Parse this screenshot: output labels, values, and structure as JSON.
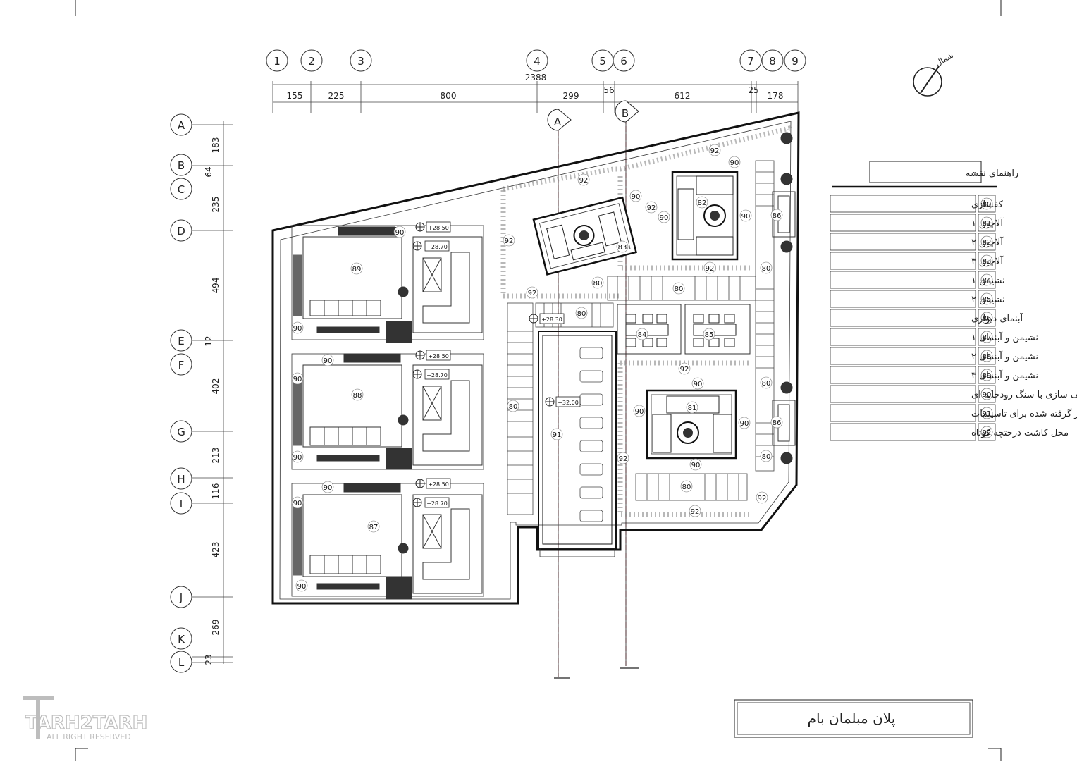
{
  "drawing": {
    "title": "پلان مبلمان بام",
    "north_label": "شمال",
    "logo_text": "TARH2TARH",
    "logo_sub": "ALL RIGHT RESERVED"
  },
  "grid": {
    "columns": [
      "1",
      "2",
      "3",
      "4",
      "5",
      "6",
      "7",
      "8",
      "9"
    ],
    "column_dims": [
      "155",
      "225",
      "800",
      "299",
      "56",
      "612",
      "25",
      "178"
    ],
    "column_total": "2388",
    "rows": [
      "A",
      "B",
      "C",
      "D",
      "E",
      "F",
      "G",
      "H",
      "I",
      "J",
      "K",
      "L"
    ],
    "row_dims": [
      "183",
      "64",
      "235",
      "494",
      "12",
      "402",
      "213",
      "116",
      "423",
      "269",
      "23"
    ],
    "sections": [
      "A",
      "B"
    ]
  },
  "legend": {
    "title": "راهنمای نقشه",
    "items": [
      {
        "code": "80",
        "label": "کفسازی"
      },
      {
        "code": "81",
        "label": "آلاچیق ۱"
      },
      {
        "code": "82",
        "label": "آلاچیق ۲"
      },
      {
        "code": "83",
        "label": "آلاچیق ۳"
      },
      {
        "code": "84",
        "label": "نشیمن ۱"
      },
      {
        "code": "85",
        "label": "نشیمن ۲"
      },
      {
        "code": "86",
        "label": "آبنمای دیواری"
      },
      {
        "code": "87",
        "label": "نشیمن و آبنمای ۱"
      },
      {
        "code": "88",
        "label": "نشیمن و آبنمای ۲"
      },
      {
        "code": "89",
        "label": "نشیمن و آبنمای ۳"
      },
      {
        "code": "90",
        "label": "کف سازی با سنگ رودخانه ای"
      },
      {
        "code": "91",
        "label": "محل در نظر گرفته شده برای تاسیسات"
      },
      {
        "code": "92",
        "label": "محل کاشت درختچه کوتاه"
      }
    ]
  },
  "levels": [
    "+28.50",
    "+28.70",
    "+28.50",
    "+28.70",
    "+28.50",
    "+28.70",
    "+28.30",
    "+32.00"
  ],
  "plan_tags": [
    "92",
    "90",
    "92",
    "90",
    "90",
    "92",
    "82",
    "90",
    "83",
    "92",
    "92",
    "92",
    "80",
    "80",
    "80",
    "86",
    "86",
    "80",
    "80",
    "80",
    "80",
    "84",
    "85",
    "92",
    "90",
    "90",
    "90",
    "81",
    "92",
    "90",
    "80",
    "92",
    "92",
    "89",
    "88",
    "87",
    "91",
    "90",
    "90",
    "90",
    "90",
    "90",
    "90",
    "90",
    "90"
  ],
  "colors": {
    "line": "#222222",
    "section_line": "#e0455a",
    "background": "#ffffff"
  }
}
